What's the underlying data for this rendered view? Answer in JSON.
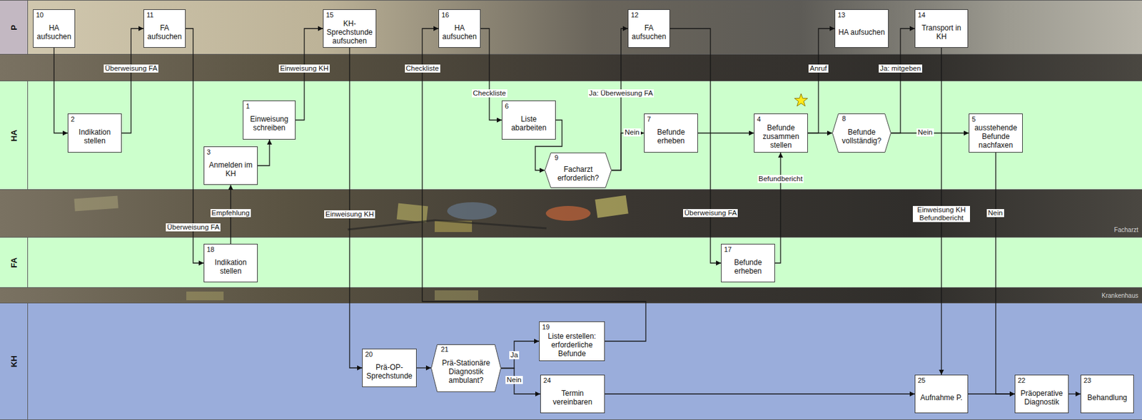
{
  "diagram": {
    "nodes": [
      {
        "text": [
          "P"
        ]
      },
      {
        "text": [
          "10",
          "HA aufsuchen"
        ],
        "in": 0
      },
      {
        "text": [
          "11",
          "FA aufsuchen"
        ],
        "in": 0
      },
      {
        "text": [
          "15",
          "KH-Sprechstunde aufsuchen"
        ],
        "in": 0
      },
      {
        "text": [
          "16",
          "HA aufsuchen"
        ],
        "in": 0
      },
      {
        "text": [
          "12",
          "FA aufsuchen"
        ],
        "in": 0
      },
      {
        "text": [
          "13",
          "HA aufsuchen"
        ],
        "in": 0
      },
      {
        "text": [
          "14",
          "Transport in KH"
        ],
        "in": 0
      },
      {
        "text": [
          "HA"
        ]
      },
      {
        "text": [
          "2",
          "Indikation stellen"
        ],
        "in": 8
      },
      {
        "text": [
          "1",
          "Einweisung schreiben"
        ],
        "in": 8
      },
      {
        "text": [
          "3",
          "Anmelden im KH"
        ],
        "in": 8
      },
      {
        "text": [
          "6",
          "Liste abarbeiten"
        ],
        "in": 8
      },
      {
        "text": [
          "9",
          "Facharzt erforderlich?"
        ],
        "in": 8
      },
      {
        "text": [
          "7",
          "Befunde erheben"
        ],
        "in": 8
      },
      {
        "text": [
          "4",
          "Befunde zusammen stellen"
        ],
        "in": 8
      },
      {
        "text": [
          "8",
          "Befunde vollständig?"
        ],
        "in": 8
      },
      {
        "text": [
          "5",
          "ausstehende Befunde nachfaxen"
        ],
        "in": 8
      },
      {
        "text": [
          "FA"
        ]
      },
      {
        "text": [
          "18",
          "Indikation stellen"
        ],
        "in": 18
      },
      {
        "text": [
          "17",
          "Befunde erheben"
        ],
        "in": 18
      },
      {
        "text": [
          "KH"
        ]
      },
      {
        "text": [
          "20",
          "Prä-OP-Sprechstunde"
        ],
        "in": 21
      },
      {
        "text": [
          "21",
          "Prä-Stationäre Diagnostik ambulant?"
        ],
        "in": 21
      },
      {
        "text": [
          "19",
          "Liste erstellen: erforderliche Befunde"
        ],
        "in": 21
      },
      {
        "text": [
          "24",
          "Termin vereinbaren"
        ],
        "in": 21
      },
      {
        "text": [
          "25",
          "Aufnahme P."
        ],
        "in": 21
      },
      {
        "text": [
          "22",
          "Präoperative Diagnostik"
        ],
        "in": 21
      },
      {
        "text": [
          "23",
          "Behandlung"
        ],
        "in": 21
      }
    ],
    "edges": [
      {
        "from": 1,
        "to": 9,
        "arrow": "to"
      },
      {
        "from": 9,
        "to": 2,
        "label": "Überweisung FA",
        "arrow": "to"
      },
      {
        "from": 2,
        "to": 19,
        "label": "Überweisung FA",
        "arrow": "to"
      },
      {
        "from": 19,
        "to": 11,
        "label": "Empfehlung",
        "arrow": "to"
      },
      {
        "from": 11,
        "to": 10,
        "arrow": "to"
      },
      {
        "from": 10,
        "to": 3,
        "label": "Einweisung KH",
        "arrow": "to"
      },
      {
        "from": 3,
        "to": 22,
        "label": "Einweisung KH",
        "arrow": "to"
      },
      {
        "from": 22,
        "to": 23,
        "arrow": "to"
      },
      {
        "from": 23,
        "to": 24,
        "label": "Ja",
        "arrow": "to"
      },
      {
        "from": 23,
        "to": 25,
        "label": "Nein",
        "arrow": "to"
      },
      {
        "from": 24,
        "to": 4,
        "label": "Checkliste",
        "arrow": "to"
      },
      {
        "from": 4,
        "to": 12,
        "label": "Checkliste",
        "arrow": "to"
      },
      {
        "from": 12,
        "to": 13,
        "arrow": "to"
      },
      {
        "from": 13,
        "to": 5,
        "label": "Ja: Überweisung FA",
        "arrow": "to"
      },
      {
        "from": 13,
        "to": 14,
        "label": "Nein",
        "arrow": "to"
      },
      {
        "from": 5,
        "to": 20,
        "label": "Überweisung FA",
        "arrow": "to"
      },
      {
        "from": 20,
        "to": 15,
        "label": "Befundbericht",
        "arrow": "to"
      },
      {
        "from": 14,
        "to": 15,
        "arrow": "to"
      },
      {
        "from": 15,
        "to": 16,
        "arrow": "to"
      },
      {
        "from": 15,
        "to": 6,
        "label": "Anruf",
        "arrow": "to"
      },
      {
        "from": 16,
        "to": 7,
        "label": "Ja: mitgeben",
        "arrow": "to"
      },
      {
        "from": 16,
        "to": 17,
        "label": "Nein",
        "arrow": "to"
      },
      {
        "from": 7,
        "to": 26,
        "label": "Einweisung KH Befundbericht",
        "arrow": "to"
      },
      {
        "from": 17,
        "to": 27,
        "label": "Nein",
        "arrow": "to"
      },
      {
        "from": 25,
        "to": 26,
        "arrow": "to"
      },
      {
        "from": 26,
        "to": 27,
        "arrow": "to"
      },
      {
        "from": 27,
        "to": 28,
        "arrow": "to"
      }
    ],
    "labels": [
      "Facharzt",
      "Krankenhaus"
    ]
  }
}
